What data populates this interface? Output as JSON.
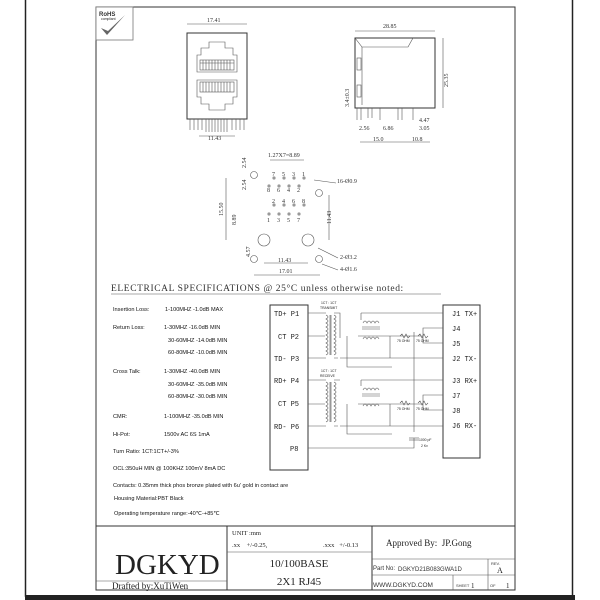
{
  "logo": {
    "rohs_text": "RoHS",
    "rohs_sub": "compliant"
  },
  "front_view": {
    "width_dim": "17.41",
    "pin_span_dim": "11.43"
  },
  "side_view": {
    "length_dim": "28.85",
    "height_dim": "25.35",
    "dim_left_vert": "3.4±0.3",
    "dim_a": "2.56",
    "dim_b": "6.86",
    "dim_c": "4.47",
    "dim_d": "3.05",
    "dim_e": "15.0",
    "dim_f": "10.8"
  },
  "footprint": {
    "pitch_dim": "1.27X7=8.89",
    "dim_254_top": "2.54",
    "dim_254_mid": "2.54",
    "dim_1550": "15.50",
    "dim_889": "8.89",
    "dim_1143_right": "11.43",
    "dim_457": "4.57",
    "dim_1143_bottom": "11.43",
    "dim_1701": "17.01",
    "holes_16": "16-Ø0.9",
    "holes_2": "2-Ø3.2",
    "holes_4": "4-Ø1.6",
    "top_row_upper": [
      "7",
      "5",
      "3",
      "1"
    ],
    "top_row_lower": [
      "8",
      "6",
      "4",
      "2"
    ],
    "bottom_row_upper": [
      "2",
      "4",
      "6",
      "8"
    ],
    "bottom_row_lower": [
      "1",
      "3",
      "5",
      "7"
    ]
  },
  "electrical": {
    "heading": "ELECTRICAL SPECIFICATIONS @ 25°C unless otherwise noted:",
    "lines": [
      {
        "label": "Insertion Loss:",
        "value": "1-100MHZ  -1.0dB MAX"
      },
      {
        "label": "Return Loss:",
        "value": "1-30MHZ   -16.0dB MIN"
      },
      {
        "label": "",
        "value": "30-60MHZ  -14.0dB MIN"
      },
      {
        "label": "",
        "value": "60-80MHZ  -10.0dB MIN"
      },
      {
        "label": "Cross Talk:",
        "value": "1-30MHZ    -40.0dB MIN"
      },
      {
        "label": "",
        "value": "30-60MHZ  -35.0dB MIN"
      },
      {
        "label": "",
        "value": "60-80MHZ  -30.0dB MIN"
      },
      {
        "label": "CMR:",
        "value": "1-100MHZ  -35.0dB MIN"
      },
      {
        "label": "Hi-Pot:",
        "value": "1500v AC 6S 1mA"
      }
    ],
    "turn_ratio": "Turn Ratio: 1CT:1CT+/-3%",
    "ocl": "OCL:350uH MIN @ 100KHZ 100mV 8mA DC",
    "contacts": "Contacts: 0.35mm thick phos bronze plated with 6u' gold in contact are",
    "housing": "Housing Material:PBT Black",
    "temperature": "Operating temperature range:-40℃-+85℃"
  },
  "schematic": {
    "left_pins": [
      "TD+ P1",
      "CT P2",
      "TD- P3",
      "RD+ P4",
      "CT P5",
      "RD- P6",
      "P8"
    ],
    "right_pins": [
      "J1 TX+",
      "J4",
      "J5",
      "J2 TX-",
      "J3 RX+",
      "J7",
      "J8",
      "J6 RX-"
    ],
    "transmit_label": "1CT : 1CT",
    "transmit_sub": "TRANSMIT",
    "receive_label": "1CT : 1CT",
    "receive_sub": "RECEIVE",
    "resistor": "75 OHM",
    "cap_value": "1000 pF",
    "cap_voltage": "2 Kv"
  },
  "title_block": {
    "company": "DGKYD",
    "drafted": "Drafted by:XuTiWen",
    "unit": "UNIT :mm",
    "tolerance_xx": ".xx    +/-0.25,",
    "tolerance_xxx": ".xxx   +/-0.13",
    "desc1": "10/100BASE",
    "desc2": "2X1 RJ45",
    "approved": "Approved By:  JP.Gong",
    "part_label": "Part No:",
    "part_no": "DGKYD21B083GWA1D",
    "rev_label": "REV.",
    "rev": "A",
    "website": "WWW.DGKYD.COM",
    "sheet_label": "SHEET",
    "sheet": "1",
    "of_label": "OF",
    "of": "1"
  }
}
